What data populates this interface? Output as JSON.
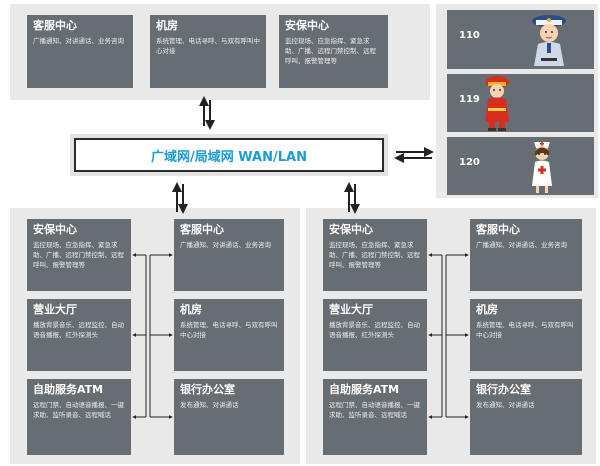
{
  "top": {
    "cards": [
      {
        "title": "客服中心",
        "desc": "广播通知、对讲通话、业务咨询"
      },
      {
        "title": "机房",
        "desc": "系统管理、电话寻呼、与双有呼叫中心对接"
      },
      {
        "title": "安保中心",
        "desc": "监控现场、应急指挥、紧急求助、广播、远程门禁控制、远程呼叫、报警管理等"
      }
    ]
  },
  "wan": {
    "label": "广域网/局域网 WAN/LAN"
  },
  "emergency": {
    "items": [
      {
        "number": "110",
        "icon": "police-officer-icon"
      },
      {
        "number": "119",
        "icon": "firefighter-icon"
      },
      {
        "number": "120",
        "icon": "nurse-icon"
      }
    ]
  },
  "left": {
    "cards": [
      {
        "title": "安保中心",
        "desc": "监控现场、应急指挥、紧急求助、广播、远程门禁控制、远程呼叫、报警管理等"
      },
      {
        "title": "客服中心",
        "desc": "广播通知、对讲通话、业务咨询"
      },
      {
        "title": "营业大厅",
        "desc": "播放背景音乐、远程监控、自动语音播报、红外探测头"
      },
      {
        "title": "机房",
        "desc": "系统管理、电话寻呼、与双有呼叫中心对接"
      },
      {
        "title": "自助服务ATM",
        "desc": "远程门禁、自动语音播报、一键求助、监听录音、远程喊话"
      },
      {
        "title": "银行办公室",
        "desc": "发布通知、对讲通话"
      }
    ]
  },
  "right": {
    "cards": [
      {
        "title": "安保中心",
        "desc": "监控现场、应急指挥、紧急求助、广播、远程门禁控制、远程呼叫、报警管理等"
      },
      {
        "title": "客服中心",
        "desc": "广播通知、对讲通话、业务咨询"
      },
      {
        "title": "营业大厅",
        "desc": "播放背景音乐、远程监控、自动语音播报、红外探测头"
      },
      {
        "title": "机房",
        "desc": "系统管理、电话寻呼、与双有呼叫中心对接"
      },
      {
        "title": "自助服务ATM",
        "desc": "远程门禁、自动语音播报、一键求助、监听录音、远程喊话"
      },
      {
        "title": "银行办公室",
        "desc": "发布通知、对讲通话"
      }
    ]
  },
  "colors": {
    "card": "#666d73",
    "panel": "#e9e9e9",
    "accent": "#1a9bd7"
  }
}
